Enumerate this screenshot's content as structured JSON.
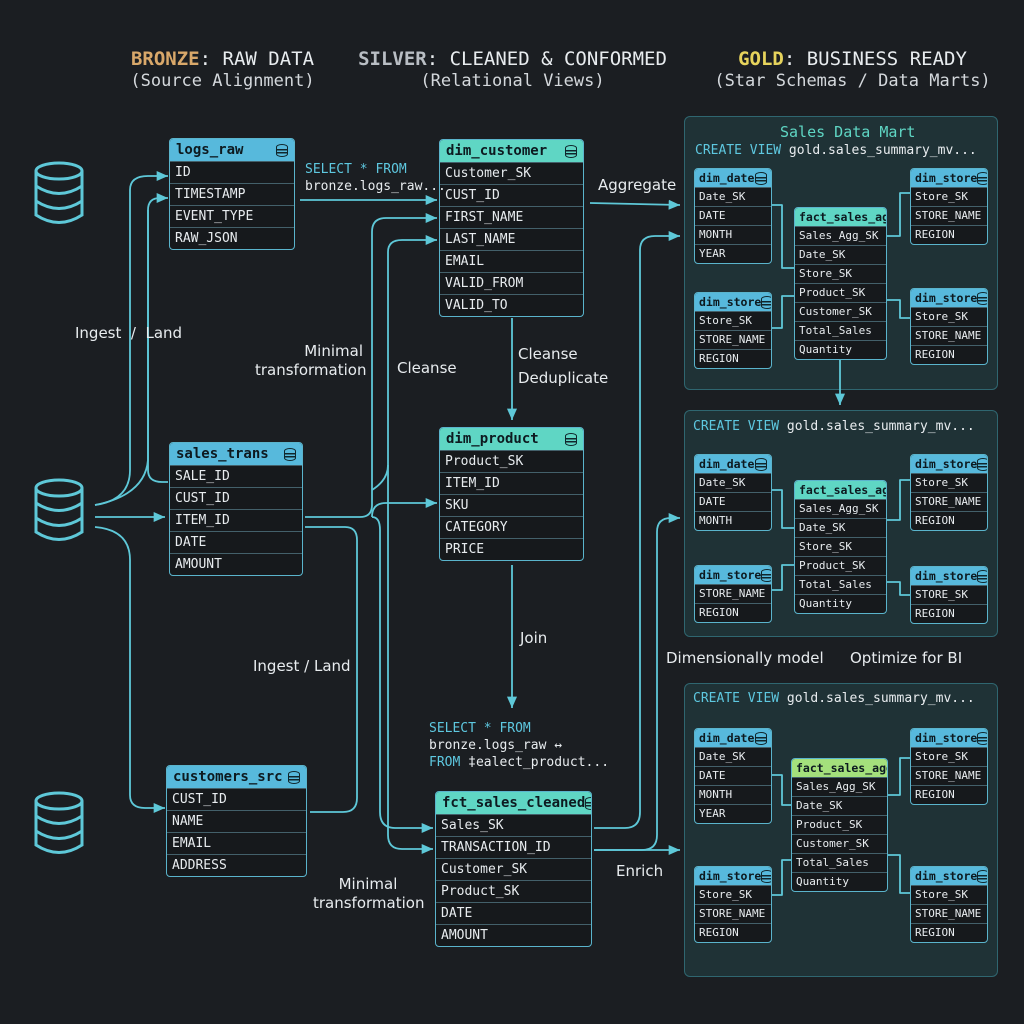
{
  "headers": {
    "bronze": {
      "tag": "BRONZE",
      "title": ": RAW DATA",
      "subtitle": "(Source Alignment)",
      "color": "#d9a86a"
    },
    "silver": {
      "tag": "SILVER",
      "title": ": CLEANED & CONFORMED",
      "subtitle": "(Relational Views)",
      "color": "#b9bec4"
    },
    "gold": {
      "tag": "GOLD",
      "title": ": BUSINESS READY",
      "subtitle": "(Star Schemas / Data Marts)",
      "color": "#e6d35c"
    }
  },
  "bronze_tables": {
    "logs_raw": {
      "name": "logs_raw",
      "fields": [
        "ID",
        "TIMESTAMP",
        "EVENT_TYPE",
        "RAW_JSON"
      ]
    },
    "sales_trans": {
      "name": "sales_trans",
      "fields": [
        "SALE_ID",
        "CUST_ID",
        "ITEM_ID",
        "DATE",
        "AMOUNT"
      ]
    },
    "customers_src": {
      "name": "customers_src",
      "fields": [
        "CUST_ID",
        "NAME",
        "EMAIL",
        "ADDRESS"
      ]
    }
  },
  "silver_tables": {
    "dim_customer": {
      "name": "dim_customer",
      "fields": [
        "Customer_SK",
        "CUST_ID",
        "FIRST_NAME",
        "LAST_NAME",
        "EMAIL",
        "VALID_FROM",
        "VALID_TO"
      ]
    },
    "dim_product": {
      "name": "dim_product",
      "fields": [
        "Product_SK",
        "ITEM_ID",
        "SKU",
        "CATEGORY",
        "PRICE"
      ]
    },
    "fct_sales_cleaned": {
      "name": "fct_sales_cleaned",
      "fields": [
        "Sales_SK",
        "TRANSACTION_ID",
        "Customer_SK",
        "Product_SK",
        "DATE",
        "AMOUNT"
      ]
    }
  },
  "labels": {
    "ingest_land_1": "Ingest  /  Land",
    "ingest_land_2": "Ingest / Land",
    "minimal_transformation_1": "Minimal\ntransformation",
    "minimal_transformation_2": "Minimal\ntransformation",
    "cleanse": "Cleanse",
    "cleanse_dedup": "Cleanse\nDeduplicate",
    "aggregate": "Aggregate",
    "join": "Join",
    "enrich": "Enrich",
    "dimensionally_model": "Dimensionally model",
    "optimize_for_bi": "Optimize for BI"
  },
  "code": {
    "top": {
      "kw": "SELECT * FROM",
      "line2": "bronze.logs_raw..."
    },
    "mid": {
      "kw1": "SELECT * FROM",
      "line2": "bronze.logs_raw ↔",
      "kw3": "FROM",
      "line3": " ‡ealect_product..."
    }
  },
  "gold_panels": [
    {
      "title": "Sales Data Mart",
      "create_kw": "CREATE VIEW",
      "create_rest": " gold.sales_summary_mv...",
      "dim_date": {
        "name": "dim_date",
        "fields": [
          "Date_SK",
          "DATE",
          "MONTH",
          "YEAR"
        ]
      },
      "dim_store_left": {
        "name": "dim_store",
        "fields": [
          "Store_SK",
          "STORE_NAME",
          "REGION"
        ]
      },
      "fact": {
        "name": "fact_sales_agg",
        "fields": [
          "Sales_Agg_SK",
          "Date_SK",
          "Store_SK",
          "Product_SK",
          "Customer_SK",
          "Total_Sales",
          "Quantity"
        ]
      },
      "dim_store_top": {
        "name": "dim_store",
        "fields": [
          "Store_SK",
          "STORE_NAME",
          "REGION"
        ]
      },
      "dim_store_bottom": {
        "name": "dim_store",
        "fields": [
          "Store_SK",
          "STORE_NAME",
          "REGION"
        ]
      }
    },
    {
      "create_kw": "CREATE VIEW",
      "create_rest": " gold.sales_summary_mv...",
      "dim_date": {
        "name": "dim_date",
        "fields": [
          "Date_SK",
          "DATE",
          "MONTH"
        ]
      },
      "dim_store_left": {
        "name": "dim_store",
        "fields": [
          "STORE_NAME",
          "REGION"
        ]
      },
      "fact": {
        "name": "fact_sales_agg",
        "fields": [
          "Sales_Agg_SK",
          "Date_SK",
          "Store_SK",
          "Product_SK",
          "Total_Sales",
          "Quantity"
        ]
      },
      "dim_store_top": {
        "name": "dim_store",
        "fields": [
          "Store_SK",
          "STORE_NAME",
          "REGION"
        ]
      },
      "dim_store_bottom": {
        "name": "dim_store",
        "fields": [
          "STORE_SK",
          "REGION"
        ]
      }
    },
    {
      "create_kw": "CREATE VIEW",
      "create_rest": " gold.sales_summary_mv...",
      "dim_date": {
        "name": "dim_date",
        "fields": [
          "Date_SK",
          "DATE",
          "MONTH",
          "YEAR"
        ]
      },
      "dim_store_left": {
        "name": "dim_store",
        "fields": [
          "Store_SK",
          "STORE_NAME",
          "REGION"
        ]
      },
      "fact": {
        "name": "fact_sales_agg",
        "fields": [
          "Sales_Agg_SK",
          "Date_SK",
          "Product_SK",
          "Customer_SK",
          "Total_Sales",
          "Quantity"
        ]
      },
      "dim_store_top": {
        "name": "dim_store",
        "fields": [
          "Store_SK",
          "STORE_NAME",
          "REGION"
        ]
      },
      "dim_store_bottom": {
        "name": "dim_store",
        "fields": [
          "Store_SK",
          "STORE_NAME",
          "REGION"
        ]
      }
    }
  ],
  "colors": {
    "line": "#5ec8d8",
    "cyan_header": "#57b9dc",
    "teal_header": "#5fd6c4",
    "green_header": "#a4e07c"
  }
}
